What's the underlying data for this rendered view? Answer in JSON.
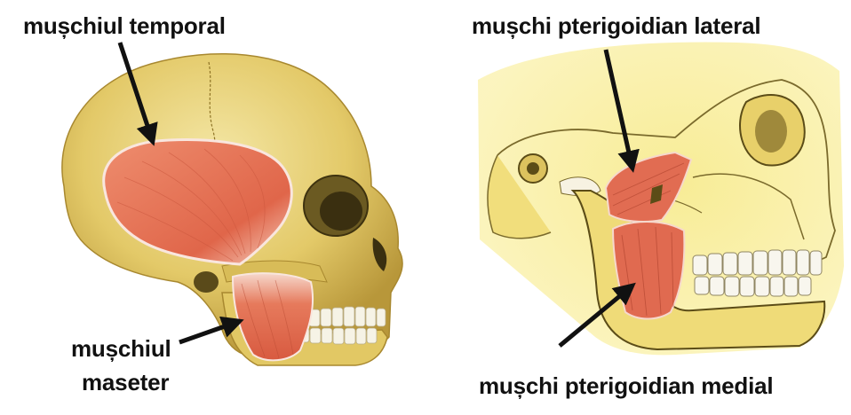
{
  "labels": {
    "temporal": "mușchiul temporal",
    "maseter_line1": "mușchiul",
    "maseter_line2": "maseter",
    "pterygoid_lateral": "mușchi pterigoidian lateral",
    "pterygoid_medial": "mușchi pterigoidian medial"
  },
  "colors": {
    "bone": "#e6cf6a",
    "bone_light": "#f2e49a",
    "bone_shadow": "#b99a3a",
    "muscle": "#e97a5c",
    "muscle_light": "#f3b29a",
    "muscle_dark": "#c94a34",
    "teeth": "#f6f3e6",
    "arrow": "#111111"
  }
}
